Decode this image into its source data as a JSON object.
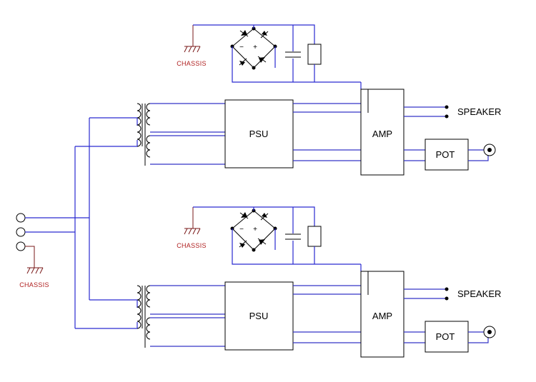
{
  "diagram": {
    "chassis_label": "CHASSIS",
    "channels": [
      {
        "psu_label": "PSU",
        "amp_label": "AMP",
        "pot_label": "POT",
        "speaker_label": "SPEAKER",
        "chassis_label": "CHASSIS"
      },
      {
        "psu_label": "PSU",
        "amp_label": "AMP",
        "pot_label": "POT",
        "speaker_label": "SPEAKER",
        "chassis_label": "CHASSIS"
      }
    ],
    "bridge_symbols": {
      "minus": "−",
      "plus": "+"
    },
    "colors": {
      "wire": "#2a2ad0",
      "ground": "#b02020",
      "outline": "#000000"
    }
  }
}
